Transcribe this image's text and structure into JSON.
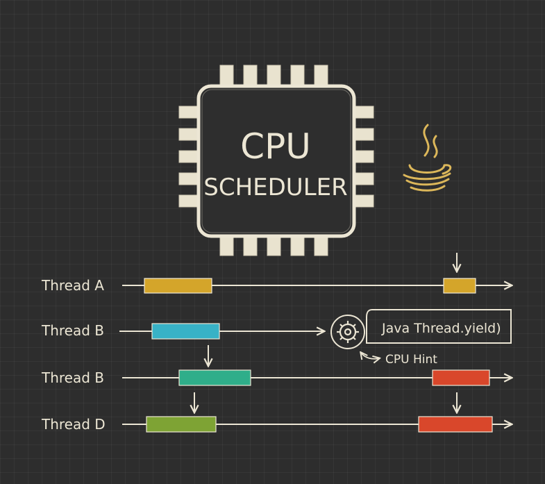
{
  "chip": {
    "line1": "CPU",
    "line2": "SCHEDULER"
  },
  "icons": {
    "logo": "java-coffee-cup-icon",
    "gear": "gear-icon"
  },
  "threads": [
    {
      "label": "Thread A",
      "blocks": [
        {
          "color": "#d4a52a"
        },
        {
          "color": "#d4a52a"
        }
      ]
    },
    {
      "label": "Thread B",
      "blocks": [
        {
          "color": "#38b2c6"
        }
      ]
    },
    {
      "label": "Thread B",
      "blocks": [
        {
          "color": "#2fae8a"
        },
        {
          "color": "#d9472b"
        }
      ]
    },
    {
      "label": "Thread D",
      "blocks": [
        {
          "color": "#7ea334"
        },
        {
          "color": "#d9472b"
        }
      ]
    }
  ],
  "callout": {
    "text": "Java Thread.yield)",
    "hint": "CPU Hint"
  },
  "colors": {
    "background": "#2d2d2d",
    "chalk": "#ece6d4"
  }
}
